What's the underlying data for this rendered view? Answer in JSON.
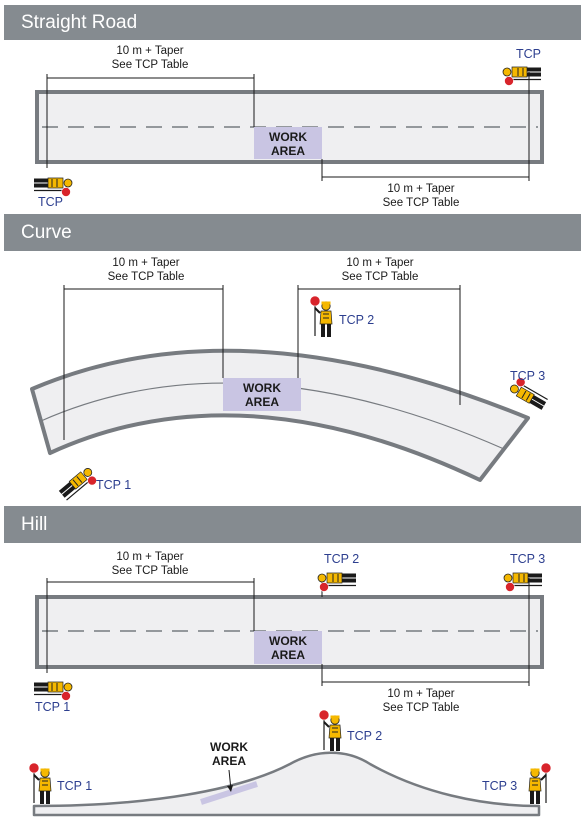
{
  "sections": [
    {
      "title": "Straight Road"
    },
    {
      "title": "Curve"
    },
    {
      "title": "Hill"
    }
  ],
  "dimension_label": {
    "line1": "10 m + Taper",
    "line2": "See TCP Table"
  },
  "work_area": {
    "line1": "WORK",
    "line2": "AREA"
  },
  "straight": {
    "tcp": "TCP"
  },
  "curve": {
    "tcp1": "TCP 1",
    "tcp2": "TCP 2",
    "tcp3": "TCP 3"
  },
  "hill": {
    "tcp1": "TCP 1",
    "tcp2": "TCP 2",
    "tcp3": "TCP 3"
  },
  "profile": {
    "tcp1": "TCP 1",
    "tcp2": "TCP 2",
    "tcp3": "TCP 3"
  },
  "colors": {
    "banner": "#858b90",
    "road": "#efeff1",
    "road_edge": "#777b80",
    "work_area": "#c9c5e3",
    "tcp_text": "#2d3f8f",
    "vest": "#f5b800"
  },
  "icons": [
    "flagger-icon",
    "stop-sign-icon"
  ]
}
